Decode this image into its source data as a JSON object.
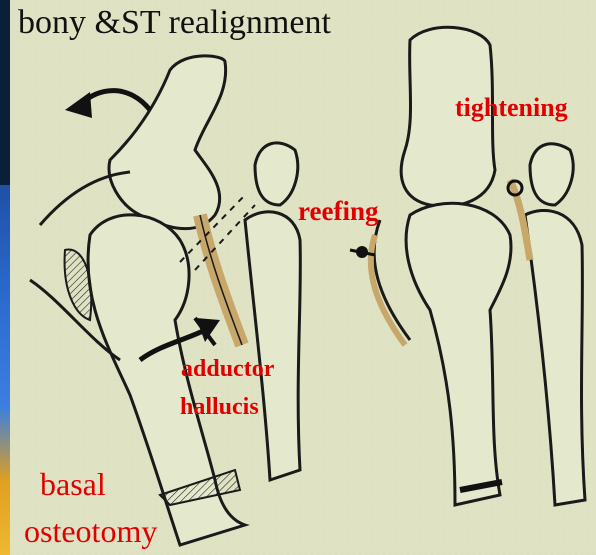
{
  "title": "bony &ST realignment",
  "labels": {
    "tightening": "tightening",
    "reefing": "reefing",
    "adductor_line1": "adductor",
    "adductor_line2": "hallucis",
    "basal_line1": "basal",
    "basal_line2": "osteotomy"
  },
  "colors": {
    "paper": "#dfe3c4",
    "label_red": "#e00000",
    "outline": "#1a1a1a",
    "tendon": "#c8a86a",
    "background": "#0c1f3a"
  }
}
